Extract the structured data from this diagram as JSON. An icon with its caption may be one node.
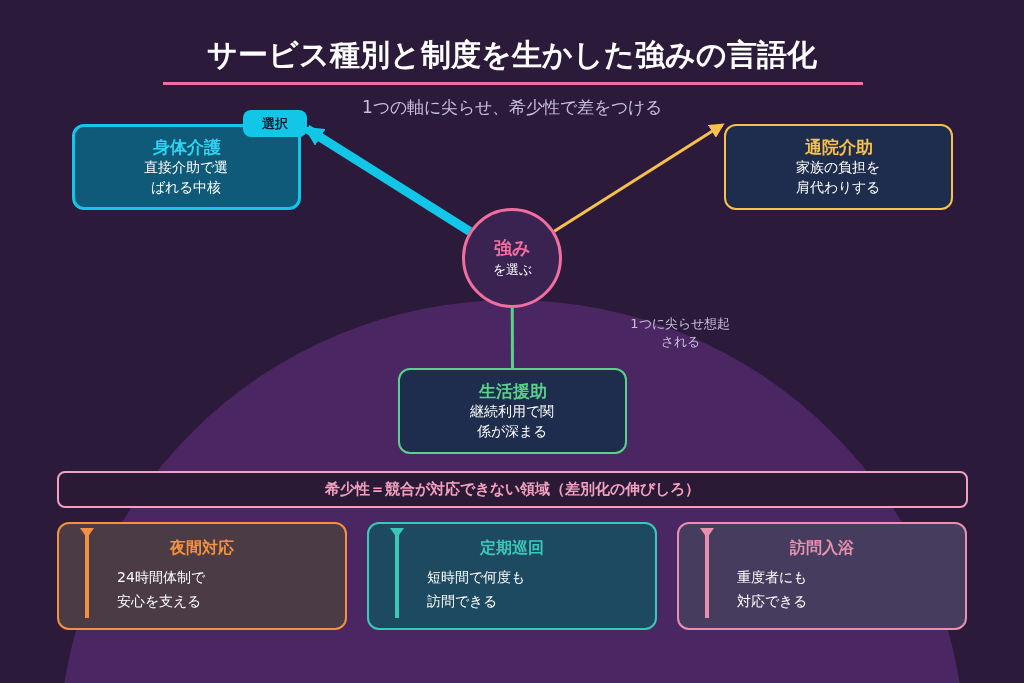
{
  "diagram": {
    "title": "サービス種別と制度を生かした強みの言語化",
    "nodes": [
      {
        "text": [
          "身体介護",
          "直接介助で選ばれる中核"
        ]
      },
      {
        "text": [
          "選択"
        ]
      },
      {
        "text": [
          "強み",
          "を選ぶ"
        ]
      },
      {
        "text": [
          "通院介助",
          "家族の負担を肩代わりする"
        ]
      },
      {
        "text": [
          "生活援助",
          "継続利用で関係が深まる"
        ]
      },
      {
        "text": [
          "希少性＝競合が対応できない領域（差別化の伸びしろ）"
        ]
      },
      {
        "text": [
          "夜間対応",
          "24時間体制で安心を支える"
        ]
      },
      {
        "text": [
          "定期巡回",
          "短時間で何度も訪問できる"
        ]
      },
      {
        "text": [
          "訪問入浴",
          "重度者にも対応できる"
        ]
      }
    ],
    "edges": [
      {
        "from": 2,
        "to": 1,
        "arrow": "to",
        "style": "thick",
        "color": "#12c6e8"
      },
      {
        "from": 2,
        "to": 3,
        "arrow": "to",
        "color": "#f8c04c"
      },
      {
        "from": 2,
        "to": 4,
        "arrow": "none",
        "color": "#5ad18a"
      }
    ],
    "labels": [
      "1つの軸に尖らせ、希少性で差をつける",
      "1つに尖らせ想起される"
    ]
  }
}
